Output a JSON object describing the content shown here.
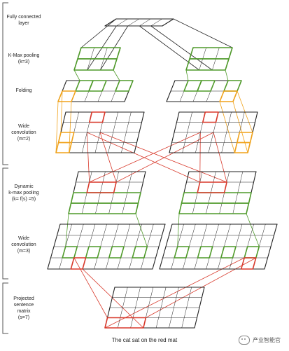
{
  "labels": [
    {
      "id": "fully-connected",
      "text": "Fully connected\nlayer"
    },
    {
      "id": "kmax",
      "text": "K-Max pooling\n(k=3)"
    },
    {
      "id": "folding",
      "text": "Folding"
    },
    {
      "id": "wide-conv-2",
      "text": "Wide\nconvolution\n(m=2)"
    },
    {
      "id": "dynamic-kmax",
      "text": "Dynamic\nk-max pooling\n(k= f(s) =5)"
    },
    {
      "id": "wide-conv-3",
      "text": "Wide\nconvolution\n(m=3)"
    },
    {
      "id": "projected",
      "text": "Projected\nsentence\nmatrix\n(s=7)"
    }
  ],
  "caption": "The cat sat on the red mat",
  "watermark": "产业智能官",
  "colors": {
    "grid": "#222222",
    "green": "#4f9a2a",
    "red": "#d8392b",
    "orange": "#f0a21a"
  }
}
